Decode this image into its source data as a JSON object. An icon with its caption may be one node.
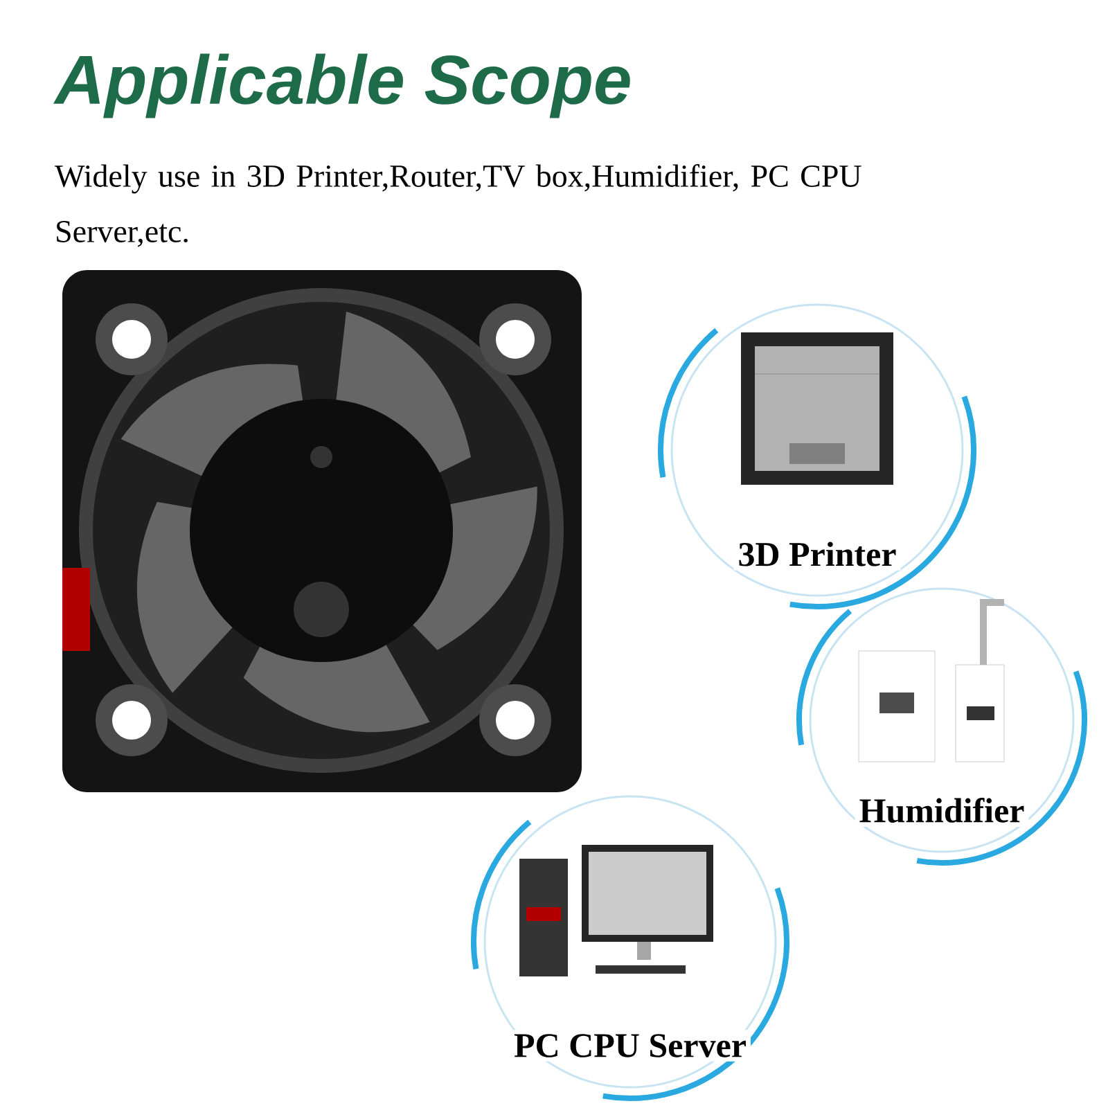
{
  "diagram": {
    "title": "Applicable Scope",
    "nodes": [
      {
        "text": [
          "3D Printer"
        ]
      },
      {
        "text": [
          "Humidifier"
        ]
      },
      {
        "text": [
          "PC CPU Server"
        ]
      }
    ],
    "labels": [
      "Widely use in 3D Printer,Router,TV box,Humidifier, PC CPU Server,etc."
    ]
  }
}
